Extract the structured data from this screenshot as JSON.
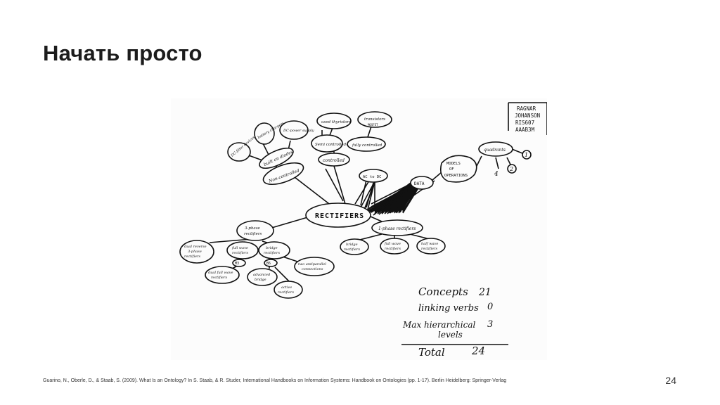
{
  "slide": {
    "title": "Начать просто",
    "page_number": "24",
    "citation": "Guarino, N., Oberle, D., & Staab, S. (2009). What Is an Ontology? In S. Staab, & R. Studer, International Handbooks on Information Systems: Handbook on Ontologies (pp. 1-17). Berlin Heidelberg: Springer-Verlag"
  },
  "concept_map": {
    "root": "RECTIFIERS",
    "author_box": [
      "RAGNAR",
      "JOHANSON",
      "RIS607",
      "AAAB3M"
    ],
    "nodes": {
      "non_controlled": "Non-controlled",
      "built_on_diodes": "built on diodes",
      "dc_filter_devices": "DC-filter devices",
      "battery_chargers": "battery chargers",
      "dc_power_supply": "DC-power supply",
      "controlled": "controlled",
      "semi_controlled": "Semi controlled",
      "fully_controlled": "fully controlled",
      "used_thyristors": "used thyristors",
      "transistors": "transistors",
      "mosfet": "MOSFET",
      "ac_to_dc": "AC to DC",
      "data": "DATA",
      "models_of_operations": [
        "MODELS",
        "OF",
        "OPERATIONS"
      ],
      "quadrants": "quadrants",
      "q1": "1",
      "q2": "2",
      "q4": "4",
      "three_phase": [
        "3-phase",
        "rectifiers"
      ],
      "dual_reverse": [
        "dual reverse",
        "3-phase",
        "rectifiers"
      ],
      "full_wave_3": [
        "full wave",
        "rectifiers"
      ],
      "bridge_3": [
        "bridge",
        "rectifiers"
      ],
      "m3": "M3",
      "b6": "B6",
      "dual_full_wave": [
        "dual full wave",
        "rectifiers"
      ],
      "advanced_bridge": [
        "advanced",
        "bridge"
      ],
      "two_antiparallel": [
        "two antiparallel",
        "connections"
      ],
      "active_rectifiers": [
        "active",
        "rectifiers"
      ],
      "one_phase": "1-phase rectifiers",
      "bridge_1": [
        "bridge",
        "rectifiers"
      ],
      "full_wave_1": [
        "full wave",
        "rectifiers"
      ],
      "half_wave_1": [
        "half wave",
        "rectifiers"
      ]
    },
    "tally": {
      "concepts_label": "Concepts",
      "concepts_value": "21",
      "linking_label": "linking verbs",
      "linking_value": "0",
      "hier_label_1": "Max hierarchical",
      "hier_label_2": "levels",
      "hier_value": "3",
      "total_label": "Total",
      "total_value": "24"
    }
  }
}
